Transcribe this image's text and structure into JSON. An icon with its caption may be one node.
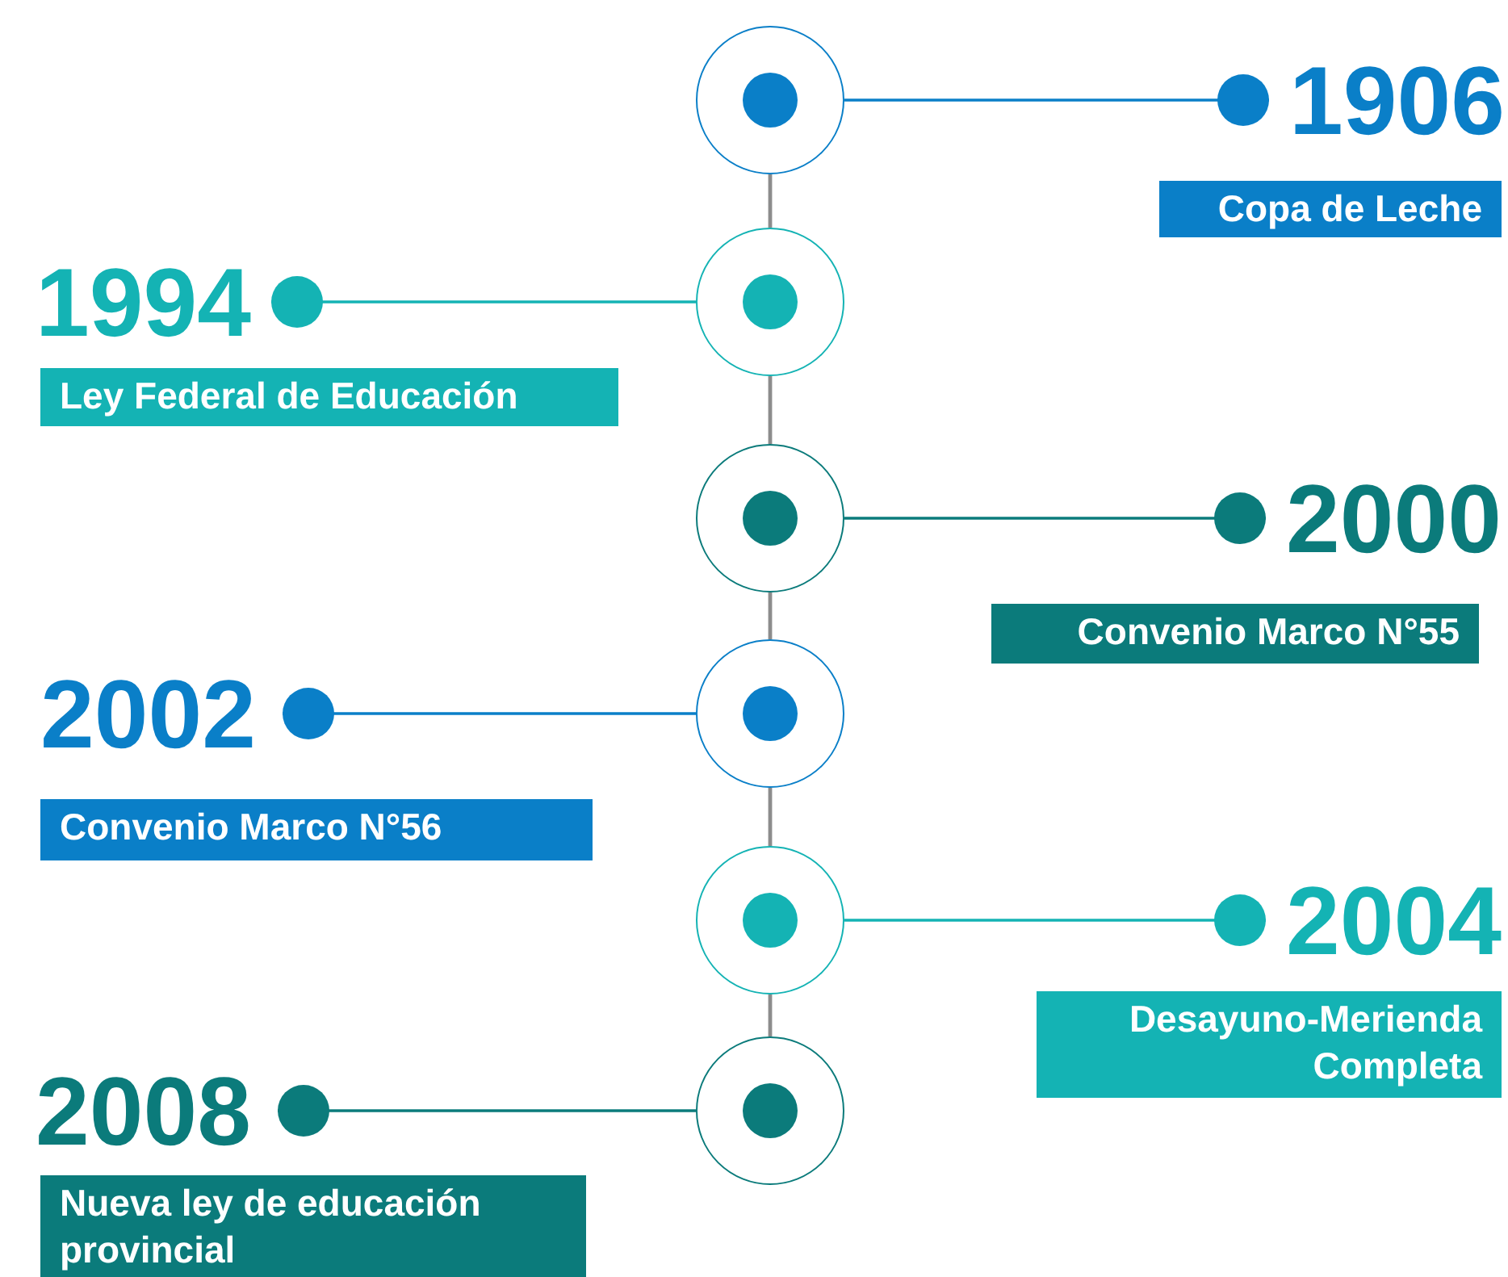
{
  "diagram": {
    "nodes": [
      {
        "text": [],
        "shape": "circle"
      },
      {
        "text": [
          "1906"
        ],
        "beside": [
          "Copa de Leche"
        ]
      },
      {
        "text": [],
        "shape": "circle"
      },
      {
        "text": [
          "1994"
        ],
        "beside": [
          "Ley Federal de Educación"
        ]
      },
      {
        "text": [],
        "shape": "circle"
      },
      {
        "text": [
          "2000"
        ],
        "beside": [
          "Convenio Marco N°55"
        ]
      },
      {
        "text": [],
        "shape": "circle"
      },
      {
        "text": [
          "2002"
        ],
        "beside": [
          "Convenio Marco N°56"
        ]
      },
      {
        "text": [],
        "shape": "circle"
      },
      {
        "text": [
          "2004"
        ],
        "beside": [
          "Desayuno-Merienda Completa"
        ]
      },
      {
        "text": [],
        "shape": "circle"
      },
      {
        "text": [
          "2008"
        ],
        "beside": [
          "Nueva ley de educación provincial"
        ]
      }
    ],
    "edges": [
      {
        "from": 0,
        "to": 1,
        "arrow": "other",
        "color": "#0a7fc8"
      },
      {
        "from": 2,
        "to": 3,
        "arrow": "other",
        "color": "#14b3b4"
      },
      {
        "from": 4,
        "to": 5,
        "arrow": "other",
        "color": "#0b7b7b"
      },
      {
        "from": 6,
        "to": 7,
        "arrow": "other",
        "color": "#0a7fc8"
      },
      {
        "from": 8,
        "to": 9,
        "arrow": "other",
        "color": "#14b3b4"
      },
      {
        "from": 10,
        "to": 11,
        "arrow": "other",
        "color": "#0b7b7b"
      },
      {
        "from": 0,
        "to": 2,
        "arrow": "none",
        "color": "#8c8c8c"
      },
      {
        "from": 2,
        "to": 4,
        "arrow": "none",
        "color": "#8c8c8c"
      },
      {
        "from": 4,
        "to": 6,
        "arrow": "none",
        "color": "#8c8c8c"
      },
      {
        "from": 6,
        "to": 8,
        "arrow": "none",
        "color": "#8c8c8c"
      },
      {
        "from": 8,
        "to": 10,
        "arrow": "none",
        "color": "#8c8c8c"
      }
    ]
  }
}
